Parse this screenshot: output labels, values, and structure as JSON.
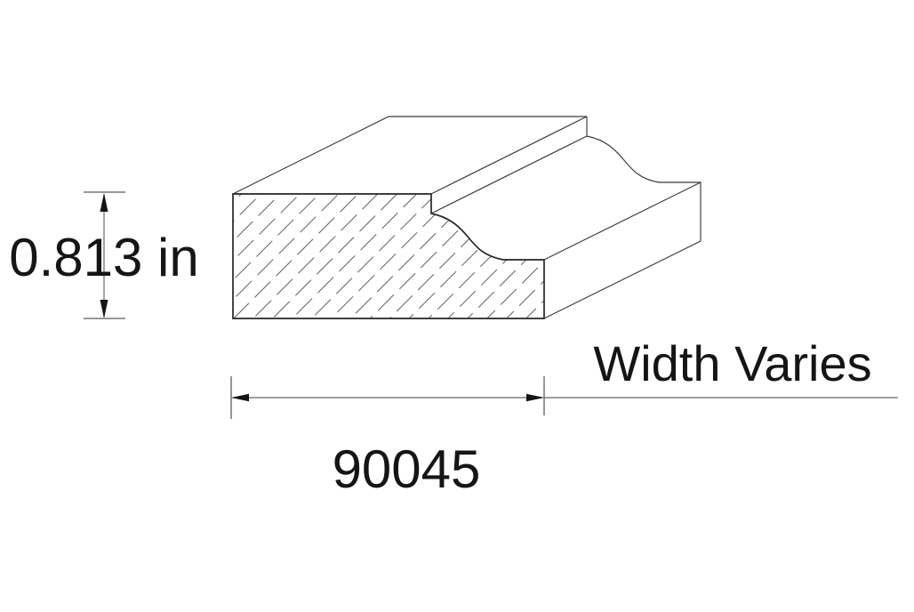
{
  "drawing": {
    "height_dimension": {
      "label": "0.813 in"
    },
    "part_number_dimension": {
      "label": "90045"
    },
    "width_note": {
      "label": "Width Varies"
    }
  },
  "colors": {
    "background": "#ffffff",
    "profile_outline": "#262626",
    "projection_edges": "#3a3a3a",
    "hatch_lines": "#5f5f5f",
    "dimension_lines": "#7e7e7e",
    "arrows_and_text": "#151515"
  }
}
